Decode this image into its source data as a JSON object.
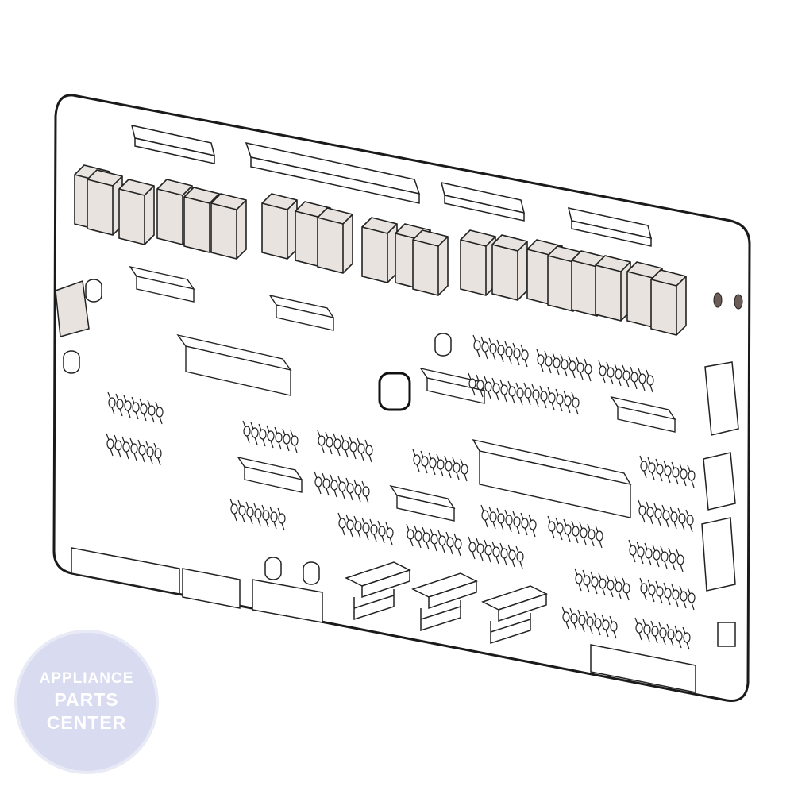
{
  "watermark": {
    "line1": "APPLIANCE",
    "line2": "PARTS",
    "line3": "CENTER"
  },
  "colors": {
    "board_outline": "#1a1a1a",
    "component_fill": "#e8e3df",
    "component_stroke": "#222222",
    "watermark_fill": "#d9dcf0",
    "watermark_text": "#ffffff"
  }
}
